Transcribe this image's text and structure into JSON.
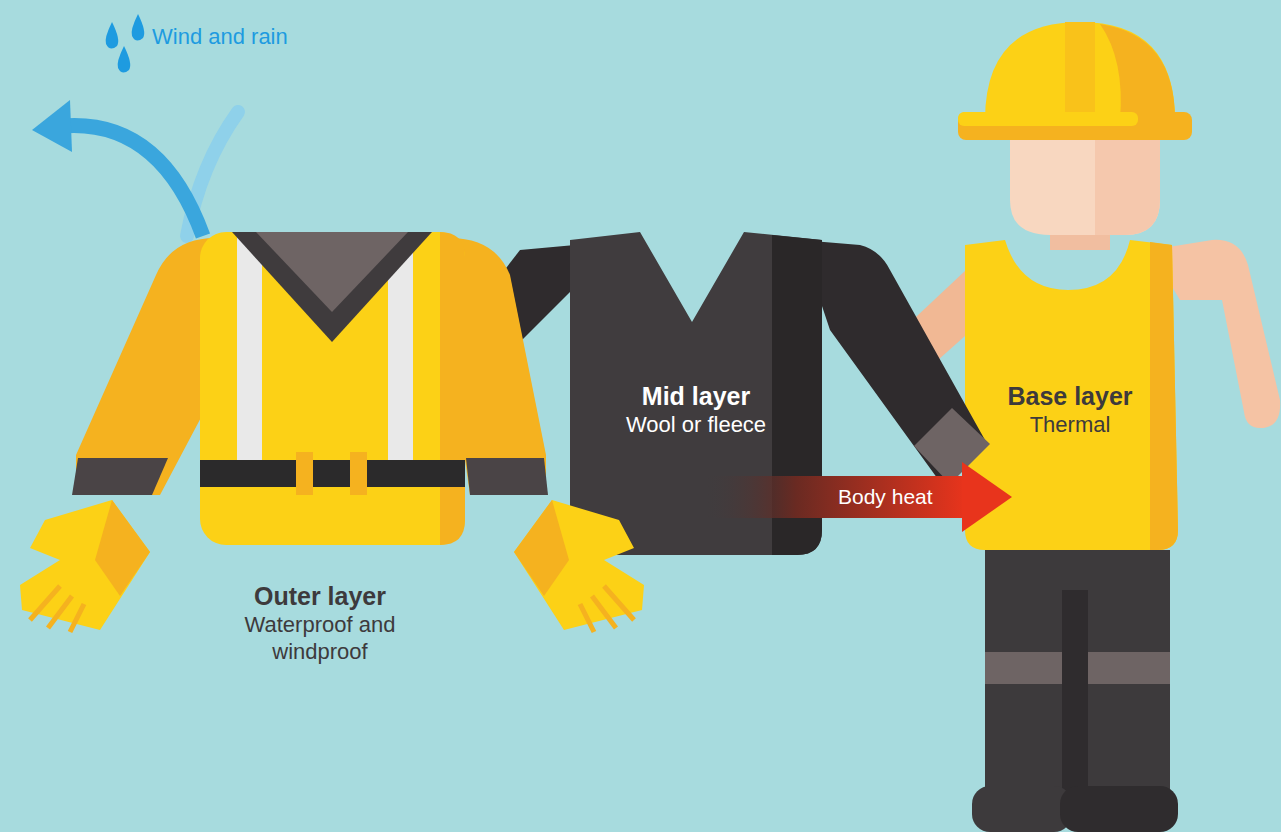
{
  "diagram": {
    "nodes": [
      {
        "text": [
          "Outer layer",
          "Waterproof and windproof"
        ]
      },
      {
        "text": [
          "Mid layer",
          "Wool or fleece"
        ]
      },
      {
        "text": [
          "Base layer",
          "Thermal"
        ]
      }
    ],
    "labels": [
      "Wind and rain",
      "Body heat"
    ]
  }
}
